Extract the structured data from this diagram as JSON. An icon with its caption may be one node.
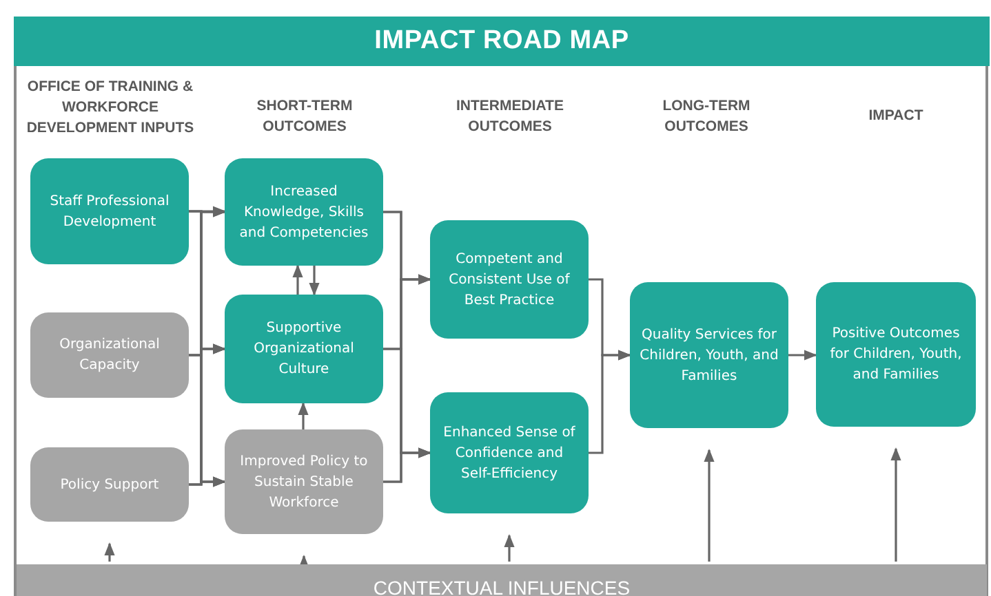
{
  "diagram": {
    "title": "IMPACT ROAD MAP",
    "nodes": [
      {
        "text": [
          "Staff Professional Development"
        ]
      },
      {
        "text": [
          "Organizational Capacity"
        ]
      },
      {
        "text": [
          "Policy Support"
        ]
      },
      {
        "text": [
          "Increased Knowledge, Skills and Competencies"
        ]
      },
      {
        "text": [
          "Supportive Organizational Culture"
        ]
      },
      {
        "text": [
          "Improved Policy to Sustain Stable Workforce"
        ]
      },
      {
        "text": [
          "Competent and Consistent Use of Best Practice"
        ]
      },
      {
        "text": [
          "Enhanced Sense of Confidence and Self-Efficiency"
        ]
      },
      {
        "text": [
          "Quality Services for Children, Youth, and Families"
        ]
      },
      {
        "text": [
          "Positive Outcomes for Children, Youth, and Families"
        ]
      },
      {
        "text": [
          "CONTEXTUAL INFLUENCES"
        ]
      }
    ],
    "edges": [
      {
        "from": 0,
        "to": 3,
        "arrow": "to"
      },
      {
        "from": 0,
        "to": 4,
        "arrow": "to"
      },
      {
        "from": 0,
        "to": 5,
        "arrow": "to"
      },
      {
        "from": 1,
        "to": 3,
        "arrow": "to"
      },
      {
        "from": 1,
        "to": 4,
        "arrow": "to"
      },
      {
        "from": 1,
        "to": 5,
        "arrow": "to"
      },
      {
        "from": 2,
        "to": 3,
        "arrow": "to"
      },
      {
        "from": 2,
        "to": 4,
        "arrow": "to"
      },
      {
        "from": 2,
        "to": 5,
        "arrow": "to"
      },
      {
        "from": 4,
        "to": 3,
        "arrow": "to"
      },
      {
        "from": 3,
        "to": 4,
        "arrow": "to"
      },
      {
        "from": 5,
        "to": 4,
        "arrow": "to"
      },
      {
        "from": 3,
        "to": 6,
        "arrow": "to"
      },
      {
        "from": 3,
        "to": 7,
        "arrow": "to"
      },
      {
        "from": 4,
        "to": 6,
        "arrow": "to"
      },
      {
        "from": 4,
        "to": 7,
        "arrow": "to"
      },
      {
        "from": 5,
        "to": 6,
        "arrow": "to"
      },
      {
        "from": 5,
        "to": 7,
        "arrow": "to"
      },
      {
        "from": 6,
        "to": 8,
        "arrow": "to"
      },
      {
        "from": 7,
        "to": 8,
        "arrow": "to"
      },
      {
        "from": 8,
        "to": 9,
        "arrow": "to"
      },
      {
        "from": 10,
        "to": 2,
        "arrow": "to"
      },
      {
        "from": 10,
        "to": 5,
        "arrow": "to"
      },
      {
        "from": 10,
        "to": 7,
        "arrow": "to"
      },
      {
        "from": 10,
        "to": 8,
        "arrow": "to"
      },
      {
        "from": 10,
        "to": 9,
        "arrow": "to"
      }
    ],
    "labels": [
      "OFFICE OF TRAINING & WORKFORCE DEVELOPMENT INPUTS",
      "SHORT-TERM OUTCOMES",
      "INTERMEDIATE OUTCOMES",
      "LONG-TERM OUTCOMES",
      "IMPACT"
    ]
  }
}
